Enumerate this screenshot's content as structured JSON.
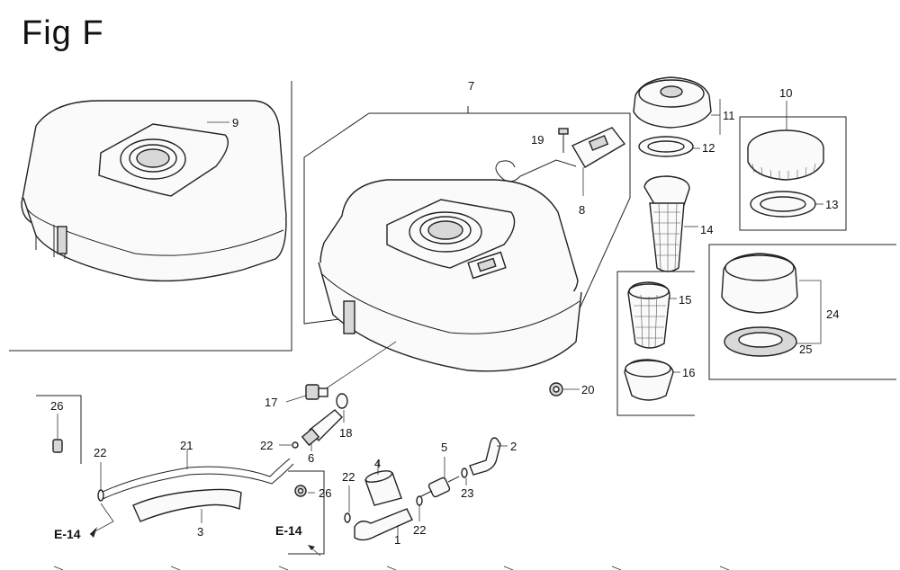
{
  "figure": {
    "title": "Fig F"
  },
  "callouts": {
    "c1": "1",
    "c2": "2",
    "c3": "3",
    "c4": "4",
    "c5": "5",
    "c6": "6",
    "c7": "7",
    "c8": "8",
    "c9": "9",
    "c10": "10",
    "c11": "11",
    "c12": "12",
    "c13": "13",
    "c14": "14",
    "c15": "15",
    "c16": "16",
    "c17": "17",
    "c18": "18",
    "c19": "19",
    "c20": "20",
    "c21": "21",
    "c22a": "22",
    "c22b": "22",
    "c22c": "22",
    "c22d": "22",
    "c23": "23",
    "c24": "24",
    "c25": "25",
    "c26a": "26",
    "c26b": "26"
  },
  "references": {
    "left": "E-14",
    "center": "E-14"
  }
}
